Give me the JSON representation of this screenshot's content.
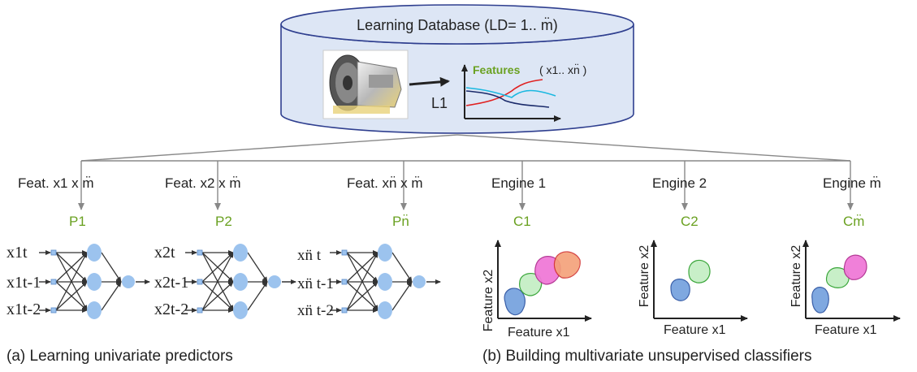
{
  "database": {
    "label": "Learning Database (LD= 1.. m̈)",
    "features_label": "Features",
    "features_range": "( x1.. xn̈ )",
    "link_label": "L1"
  },
  "predictors": [
    {
      "feat_label": "Feat. x1 x m̈",
      "name": "P1",
      "inputs": [
        "x1t",
        "x1t-1",
        "x1t-2"
      ]
    },
    {
      "feat_label": "Feat. x2 x m̈",
      "name": "P2",
      "inputs": [
        "x2t",
        "x2t-1",
        "x2t-2"
      ]
    },
    {
      "feat_label": "Feat. xn̈ x m̈",
      "name": "Pn̈",
      "inputs": [
        "xn̈ t",
        "xn̈ t-1",
        "xn̈ t-2"
      ]
    }
  ],
  "classifiers": [
    {
      "engine_label": "Engine 1",
      "name": "C1",
      "ylabel": "Feature x2",
      "xlabel": "Feature x1"
    },
    {
      "engine_label": "Engine 2",
      "name": "C2",
      "ylabel": "Feature x2",
      "xlabel": "Feature x1"
    },
    {
      "engine_label": "Engine m̈",
      "name": "Cm̈",
      "ylabel": "Feature x2",
      "xlabel": "Feature x1"
    }
  ],
  "captions": {
    "left": "(a)  Learning univariate predictors",
    "right": "(b) Building multivariate  unsupervised classifiers"
  },
  "colors": {
    "cylinder_fill": "#dde6f5",
    "cylinder_stroke": "#2f3f8f",
    "node_fill": "#9cc3ee",
    "accent_green": "#6aa121",
    "cluster_blue": "#7fa8e0",
    "cluster_green": "#c8efc8",
    "cluster_pink": "#f07ad8",
    "cluster_orange": "#f5a078"
  }
}
